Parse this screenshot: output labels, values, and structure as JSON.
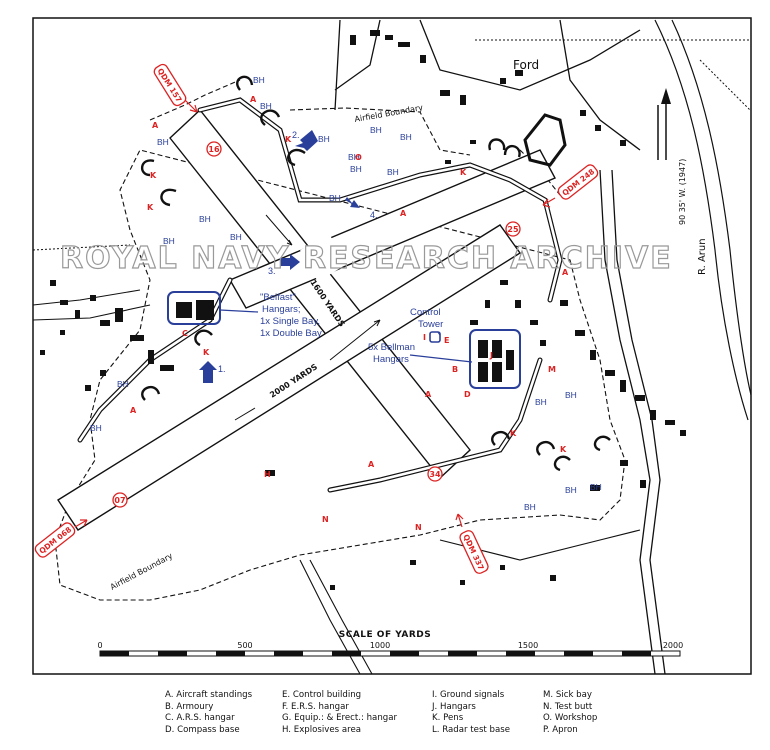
{
  "map": {
    "town_label": "Ford",
    "river_label": "R. Arun",
    "meridian_label": "90 35' W. (1947)",
    "boundary_label_top": "Airfield Boundary",
    "boundary_label_bottom": "Airfield Boundary",
    "runway_1600_label": "1600 YARDS",
    "runway_2000_label": "2000 YARDS",
    "watermark": "ROYAL NAVY RESEARCH ARCHIVE",
    "runway_ends": [
      "16",
      "25",
      "07",
      "34"
    ],
    "qdm_labels": [
      "QDM 157",
      "QDM 248",
      "QDM 068",
      "QDM 337"
    ],
    "annotations": {
      "belfast": [
        "\"Belfast\"",
        "Hangars;",
        "1x Single Bay,",
        "1x Double Bay"
      ],
      "control_tower": [
        "Control",
        "Tower"
      ],
      "bellman": [
        "5x Bellman",
        "Hangars"
      ],
      "arrows": [
        "1.",
        "2.",
        "3.",
        "4."
      ]
    },
    "bh_label": "BH",
    "facility_letters": [
      "A",
      "B",
      "C",
      "D",
      "E",
      "H",
      "I",
      "J",
      "K",
      "M",
      "N",
      "O"
    ]
  },
  "scale": {
    "title": "SCALE OF YARDS",
    "ticks": [
      "0",
      "500",
      "1000",
      "1500",
      "2000"
    ]
  },
  "legend": {
    "columns": [
      [
        "A.  Aircraft standings",
        "B.  Armoury",
        "C.  A.R.S. hangar",
        "D.  Compass base"
      ],
      [
        "E.  Control building",
        "F.  E.R.S. hangar",
        "G.  Equip.: & Erect.: hangar",
        "H.  Explosives area"
      ],
      [
        "I.  Ground signals",
        "J.  Hangars",
        "K.  Pens",
        "L.  Radar test base"
      ],
      [
        "M.  Sick bay",
        "N.  Test butt",
        "O.  Workshop",
        "P.  Apron"
      ]
    ]
  },
  "colors": {
    "annotation_blue": "#2a3f9a",
    "runway_red": "#d22222",
    "ink": "#111111"
  }
}
